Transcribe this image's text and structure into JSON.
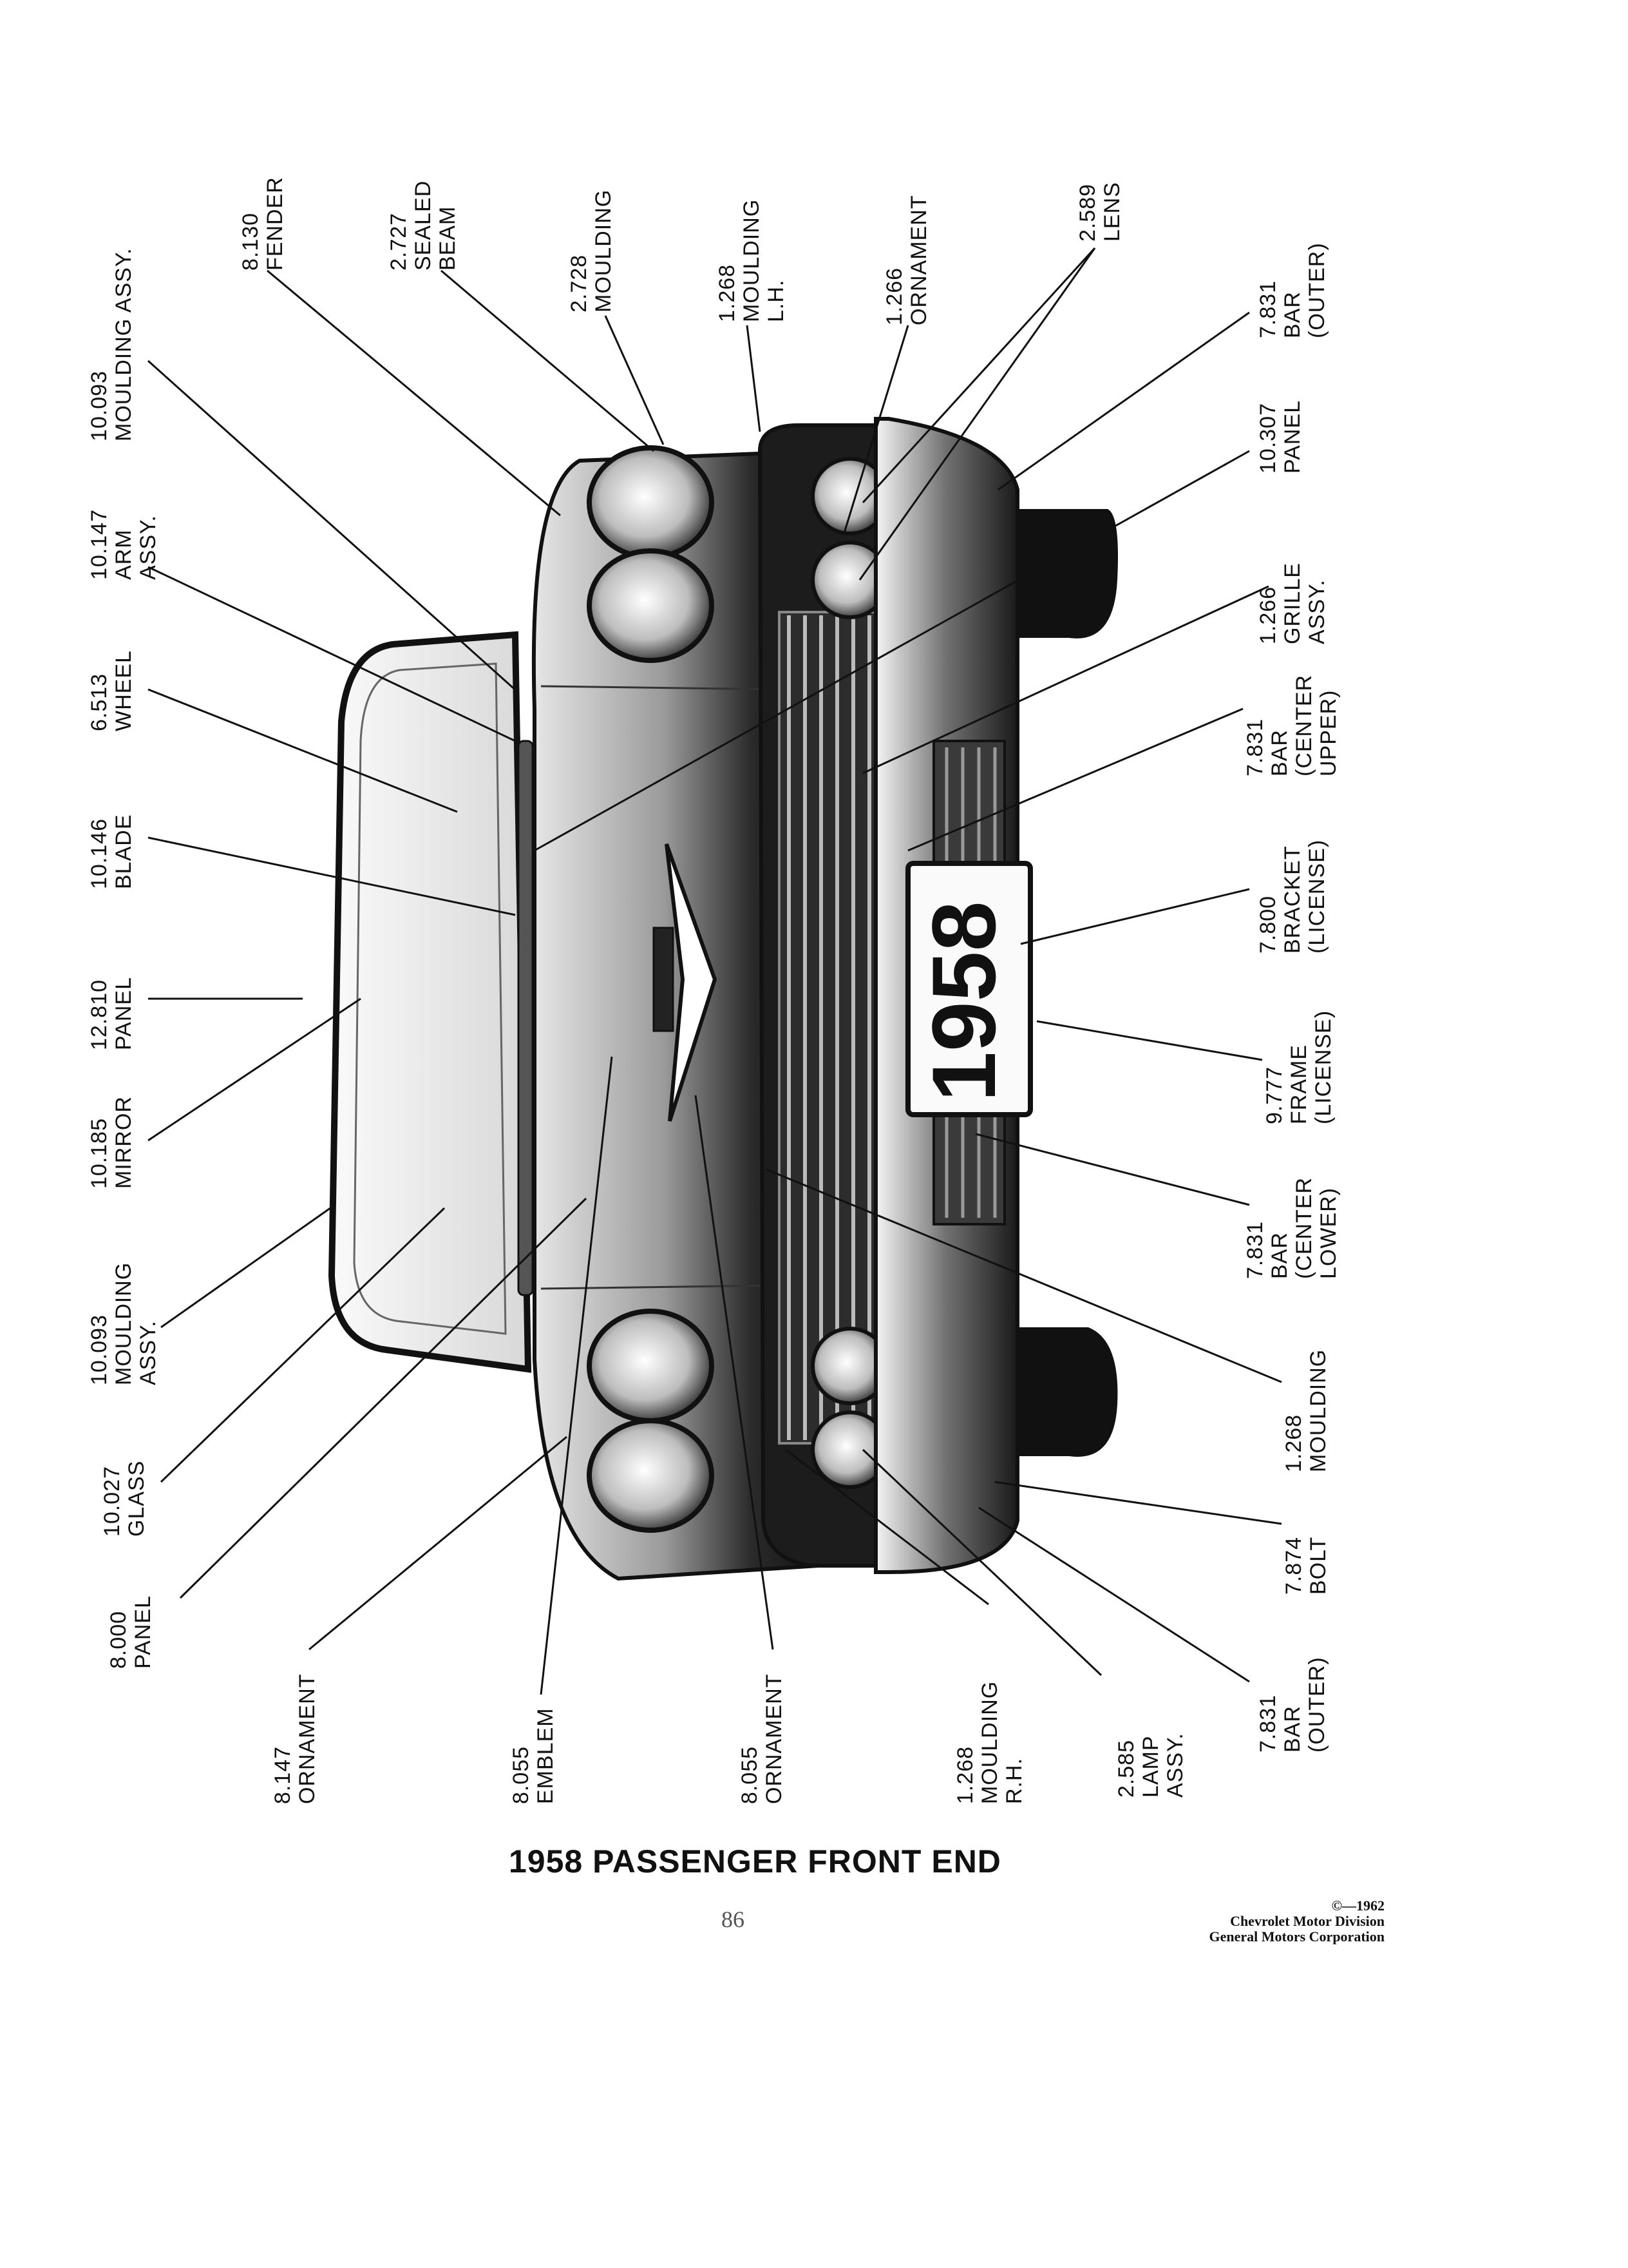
{
  "title": "1958 PASSENGER FRONT END",
  "page_number": "86",
  "credit": {
    "copyright": "©—1962",
    "line1": "Chevrolet Motor Division",
    "line2": "General Motors Corporation"
  },
  "plate": "1958",
  "callouts": {
    "top": [
      {
        "num": "10.093",
        "lines": [
          "MOULDING ASSY."
        ]
      },
      {
        "num": "8.130",
        "lines": [
          "FENDER"
        ]
      },
      {
        "num": "2.727",
        "lines": [
          "SEALED",
          "BEAM"
        ]
      },
      {
        "num": "2.728",
        "lines": [
          "MOULDING"
        ]
      },
      {
        "num": "1.268",
        "lines": [
          "MOULDING",
          "L.H."
        ]
      },
      {
        "num": "1.266",
        "lines": [
          "ORNAMENT"
        ]
      },
      {
        "num": "2.589",
        "lines": [
          "LENS"
        ]
      },
      {
        "num": "7.831",
        "lines": [
          "BAR",
          "(OUTER)"
        ]
      }
    ],
    "left": [
      {
        "num": "10.147",
        "lines": [
          "ARM",
          "ASSY."
        ]
      },
      {
        "num": "6.513",
        "lines": [
          "WHEEL"
        ]
      },
      {
        "num": "10.146",
        "lines": [
          "BLADE"
        ]
      },
      {
        "num": "12.810",
        "lines": [
          "PANEL"
        ]
      },
      {
        "num": "10.185",
        "lines": [
          "MIRROR"
        ]
      },
      {
        "num": "10.093",
        "lines": [
          "MOULDING",
          "ASSY."
        ]
      },
      {
        "num": "10.027",
        "lines": [
          "GLASS"
        ]
      },
      {
        "num": "8.000",
        "lines": [
          "PANEL"
        ]
      }
    ],
    "bottom": [
      {
        "num": "8.147",
        "lines": [
          "ORNAMENT"
        ]
      },
      {
        "num": "8.055",
        "lines": [
          "EMBLEM"
        ]
      },
      {
        "num": "8.055",
        "lines": [
          "ORNAMENT"
        ]
      },
      {
        "num": "1.268",
        "lines": [
          "MOULDING",
          "R.H."
        ]
      },
      {
        "num": "2.585",
        "lines": [
          "LAMP",
          "ASSY."
        ]
      }
    ],
    "right": [
      {
        "num": "10.307",
        "lines": [
          "PANEL"
        ]
      },
      {
        "num": "1.266",
        "lines": [
          "GRILLE",
          "ASSY."
        ]
      },
      {
        "num": "7.831",
        "lines": [
          "BAR",
          "(CENTER",
          "UPPER)"
        ]
      },
      {
        "num": "7.800",
        "lines": [
          "BRACKET",
          "(LICENSE)"
        ]
      },
      {
        "num": "9.777",
        "lines": [
          "FRAME",
          "(LICENSE)"
        ]
      },
      {
        "num": "7.831",
        "lines": [
          "BAR",
          "(CENTER",
          "LOWER)"
        ]
      },
      {
        "num": "1.268",
        "lines": [
          "MOULDING"
        ]
      },
      {
        "num": "7.874",
        "lines": [
          "BOLT"
        ]
      },
      {
        "num": "7.831",
        "lines": [
          "BAR",
          "(OUTER)"
        ]
      }
    ]
  }
}
